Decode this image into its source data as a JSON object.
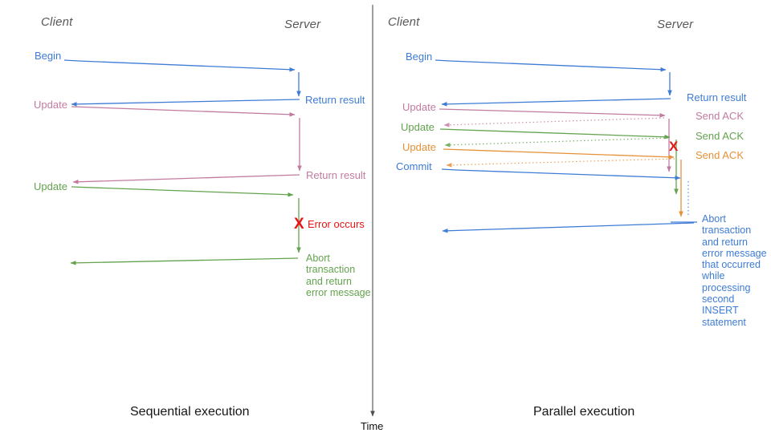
{
  "colors": {
    "blue": "#3e7cd6",
    "pink": "#c27ba0",
    "green": "#63a34e",
    "orange": "#e69138",
    "red": "#e81414",
    "gray": "#58585a",
    "axis": "#4d4d4d"
  },
  "time_axis": {
    "label": "Time"
  },
  "sequential": {
    "caption": "Sequential execution",
    "client_header": "Client",
    "server_header": "Server",
    "labels": {
      "begin": "Begin",
      "update1": "Update",
      "update2": "Update",
      "return_result1": "Return result",
      "return_result2": "Return result",
      "error_x": "X",
      "error": "Error occurs",
      "abort": "Abort\ntransaction\nand return\nerror message"
    }
  },
  "parallel": {
    "caption": "Parallel execution",
    "client_header": "Client",
    "server_header": "Server",
    "labels": {
      "begin": "Begin",
      "update1": "Update",
      "update2": "Update",
      "update3": "Update",
      "commit": "Commit",
      "return_result": "Return result",
      "ack1": "Send ACK",
      "ack2": "Send ACK",
      "ack3": "Send ACK",
      "error_x": "X",
      "abort": "Abort\ntransaction\nand return\nerror message\nthat occurred\nwhile\nprocessing\nsecond\nINSERT\nstatement"
    }
  }
}
